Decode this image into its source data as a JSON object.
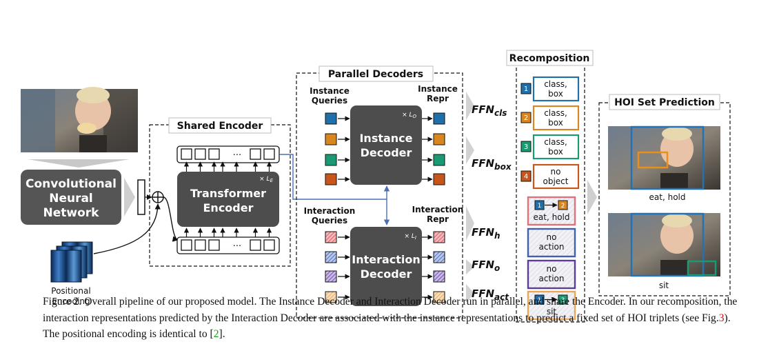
{
  "figure": {
    "cnn": [
      "Convolutional",
      "Neural",
      "Network"
    ],
    "positional_encoding": [
      "Positional",
      "Encoding"
    ],
    "shared_encoder": {
      "title": "Shared Encoder",
      "block": [
        "Transformer",
        "Encoder"
      ],
      "repeat": "× L",
      "repeat_sub": "E",
      "ellipsis": "···"
    },
    "parallel_decoders": {
      "title": "Parallel Decoders",
      "instance_queries": [
        "Instance",
        "Queries"
      ],
      "instance_repr": [
        "Instance",
        "Repr"
      ],
      "instance_decoder": [
        "Instance",
        "Decoder"
      ],
      "instance_repeat": "× L",
      "instance_repeat_sub": "O",
      "interaction_queries": [
        "Interaction",
        "Queries"
      ],
      "interaction_repr": [
        "Interaction",
        "Repr"
      ],
      "interaction_decoder": [
        "Interaction",
        "Decoder"
      ],
      "interaction_repeat": "× L",
      "interaction_repeat_sub": "I"
    },
    "ffn": [
      {
        "main": "FFN",
        "sub": "cls"
      },
      {
        "main": "FFN",
        "sub": "box"
      },
      {
        "main": "FFN",
        "sub": "h"
      },
      {
        "main": "FFN",
        "sub": "o"
      },
      {
        "main": "FFN",
        "sub": "act"
      }
    ],
    "recomposition": {
      "title": "Recomposition",
      "instances": [
        {
          "index": "1",
          "lines": [
            "class,",
            "box"
          ],
          "color": "#1f6fa8"
        },
        {
          "index": "2",
          "lines": [
            "class,",
            "box"
          ],
          "color": "#d9861e"
        },
        {
          "index": "3",
          "lines": [
            "class,",
            "box"
          ],
          "color": "#1a9a72"
        },
        {
          "index": "4",
          "lines": [
            "no",
            "object"
          ],
          "color": "#c8561a"
        }
      ],
      "interactions": [
        {
          "from": "1",
          "to": "2",
          "label": "eat, hold",
          "color": "#e0707a"
        },
        {
          "lines": [
            "no",
            "action"
          ],
          "color": "#3f5fb0"
        },
        {
          "lines": [
            "no",
            "action"
          ],
          "color": "#5a3d99"
        },
        {
          "from": "1",
          "to": "3",
          "label": "sit",
          "color": "#e8a85a"
        }
      ]
    },
    "hoi": {
      "title": "HOI Set Prediction",
      "labels": [
        "eat, hold",
        "sit"
      ]
    },
    "colors": {
      "box_dark": "#4a4a4a",
      "instance_queries": [
        "#1f6fa8",
        "#d9861e",
        "#1a9a72",
        "#c8561a"
      ],
      "interaction_queries": [
        "#e06b70",
        "#4a6bc0",
        "#6b4fb0",
        "#eab070"
      ],
      "link_blue": "#4a6fb5"
    }
  },
  "caption": {
    "text_1": "Figure 2. Overall pipeline of our proposed model. The Instance Decoder and Interaction Decoder run in parallel, and share the Encoder. In our recomposition, the interaction representations predicted by the Interaction Decoder are associated with the instance representations to predict a fixed set of HOI triplets (see Fig.",
    "ref_fig": "3",
    "text_2": "). The positional encoding is identical to [",
    "ref_cite": "2",
    "text_3": "]."
  }
}
